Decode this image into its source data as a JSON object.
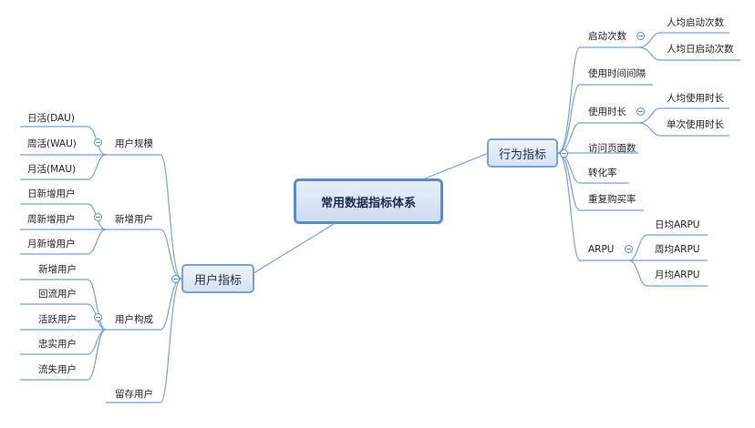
{
  "root": "常用数据指标体系",
  "user": {
    "title": "用户指标",
    "scale": {
      "label": "用户规模",
      "items": [
        "日活(DAU)",
        "周活(WAU)",
        "月活(MAU)"
      ]
    },
    "new": {
      "label": "新增用户",
      "items": [
        "日新增用户",
        "周新增用户",
        "月新增用户"
      ]
    },
    "composition": {
      "label": "用户构成",
      "items": [
        "新增用户",
        "回流用户",
        "活跃用户",
        "忠实用户",
        "流失用户"
      ]
    },
    "retention": {
      "label": "留存用户"
    }
  },
  "behavior": {
    "title": "行为指标",
    "launch": {
      "label": "启动次数",
      "items": [
        "人均启动次数",
        "人均日启动次数"
      ]
    },
    "interval": {
      "label": "使用时间间隔"
    },
    "duration": {
      "label": "使用时长",
      "items": [
        "人均使用时长",
        "单次使用时长"
      ]
    },
    "pages": {
      "label": "访问页面数"
    },
    "conversion": {
      "label": "转化率"
    },
    "repurchase": {
      "label": "重复购买率"
    },
    "arpu": {
      "label": "ARPU",
      "items": [
        "日均ARPU",
        "周均ARPU",
        "月均ARPU"
      ]
    }
  }
}
